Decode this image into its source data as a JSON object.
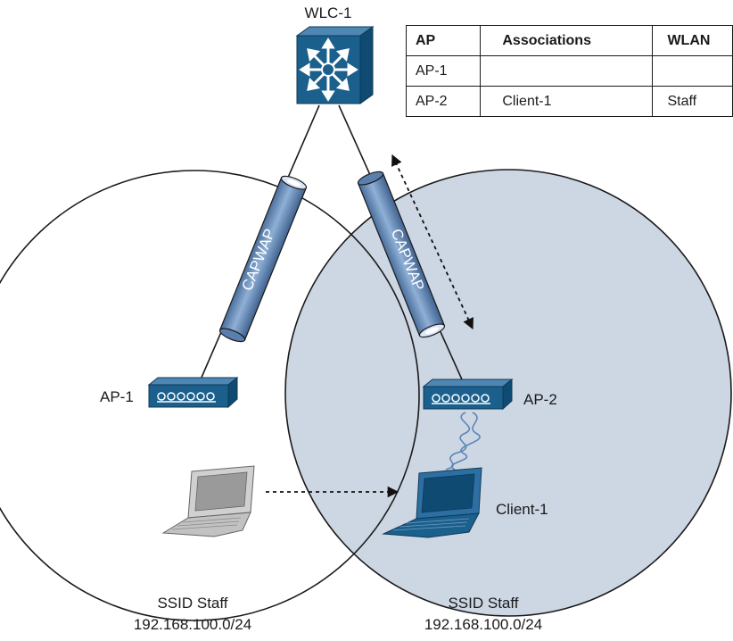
{
  "controller": {
    "label": "WLC-1"
  },
  "table": {
    "headers": [
      "AP",
      "Associations",
      "WLAN"
    ],
    "rows": [
      [
        "AP-1",
        "",
        ""
      ],
      [
        "AP-2",
        "Client-1",
        "Staff"
      ]
    ]
  },
  "tunnels": [
    {
      "label": "CAPWAP"
    },
    {
      "label": "CAPWAP"
    }
  ],
  "access_points": [
    {
      "label": "AP-1"
    },
    {
      "label": "AP-2"
    }
  ],
  "client": {
    "label": "Client-1"
  },
  "cells": [
    {
      "ssid": "SSID Staff",
      "subnet": "192.168.100.0/24"
    },
    {
      "ssid": "SSID Staff",
      "subnet": "192.168.100.0/24"
    }
  ],
  "colors": {
    "device_blue": "#1b5f8c",
    "tunnel_blue": "#6f93bf",
    "cell_fill": "#cdd6e3",
    "laptop_gray": "#b8b8b8"
  }
}
